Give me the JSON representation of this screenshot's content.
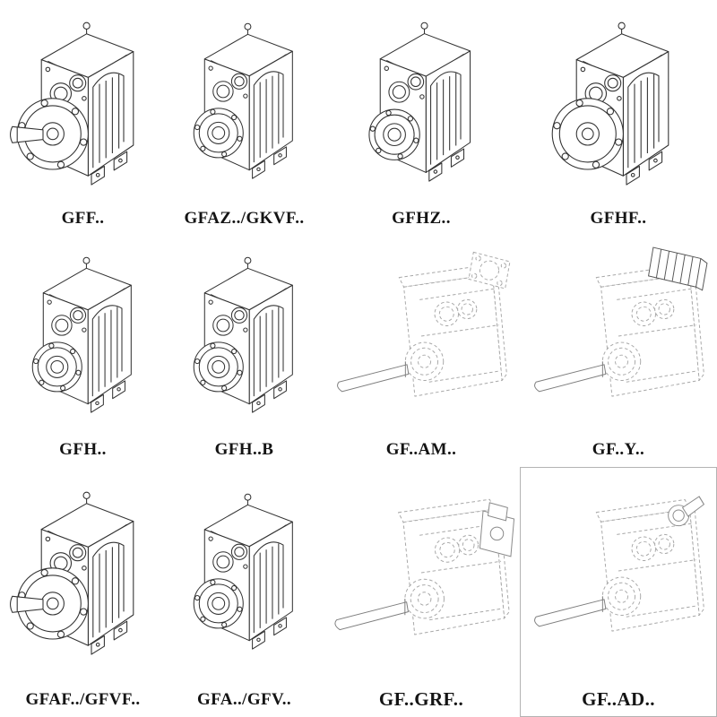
{
  "page": {
    "title": "Gear reducer mounting variants catalog",
    "background": "#ffffff"
  },
  "colors": {
    "solid_line": "#333333",
    "faded_line": "#a8a8a8",
    "shaft_line": "#7e7e7e",
    "motor_line": "#555555",
    "label_text": "#141414",
    "cell_border": "#b3b3b3"
  },
  "grid": {
    "rows": 3,
    "columns": 4,
    "items": [
      {
        "label": "GFF..",
        "variant": "solid-output-flange-with-shaft"
      },
      {
        "label": "GFAZ../GKVF..",
        "variant": "solid-hollow-bore"
      },
      {
        "label": "GFHZ..",
        "variant": "solid-hollow-bore"
      },
      {
        "label": "GFHF..",
        "variant": "solid-output-flange-hollow"
      },
      {
        "label": "GFH..",
        "variant": "solid-hollow-bore"
      },
      {
        "label": "GFH..B",
        "variant": "solid-hollow-bore-foot"
      },
      {
        "label": "GF..AM..",
        "variant": "faded-input-flange-adapter"
      },
      {
        "label": "GF..Y..",
        "variant": "faded-with-motor"
      },
      {
        "label": "GFAF../GFVF..",
        "variant": "solid-output-flange-with-shaft"
      },
      {
        "label": "GFA../GFV..",
        "variant": "solid-hollow-bore"
      },
      {
        "label": "GF..GRF..",
        "variant": "faded-gear-input-adapter"
      },
      {
        "label": "GF..AD..",
        "variant": "faded-input-shaft-adapter"
      }
    ]
  }
}
